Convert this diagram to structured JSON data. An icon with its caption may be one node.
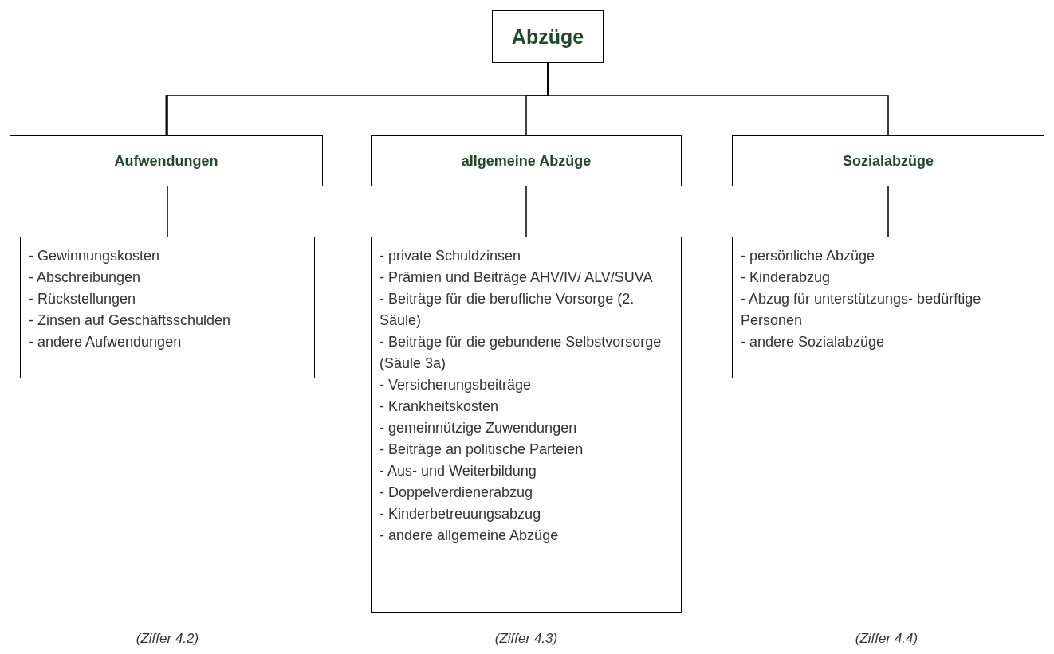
{
  "diagram": {
    "nodes": [
      {
        "text": [
          "Abzüge"
        ]
      },
      {
        "text": [
          "Aufwendungen"
        ]
      },
      {
        "text": [
          "allgemeine Abzüge"
        ]
      },
      {
        "text": [
          "Sozialabzüge"
        ]
      },
      {
        "text": [
          "- Gewinnungskosten",
          "- Abschreibungen",
          "- Rückstellungen",
          "- Zinsen auf Geschäftsschulden",
          "- andere Aufwendungen"
        ]
      },
      {
        "text": [
          "- private Schuldzinsen",
          "- Prämien und Beiträge AHV/IV/ ALV/SUVA",
          "- Beiträge für die berufliche Vorsorge (2. Säule)",
          "- Beiträge für die gebundene Selbstvorsorge (Säule 3a)",
          "- Versicherungsbeiträge",
          "- Krankheitskosten",
          "- gemeinnützige Zuwendungen",
          "- Beiträge an politische Parteien",
          "- Aus- und Weiterbildung",
          "- Doppelverdienerabzug",
          "- Kinderbetreuungsabzug",
          "- andere allgemeine Abzüge"
        ]
      },
      {
        "text": [
          "- persönliche Abzüge",
          "- Kinderabzug",
          "- Abzug für unterstützungs- bedürftige Personen",
          "- andere Sozialabzüge"
        ]
      }
    ],
    "edges": [
      {
        "from": 0,
        "to": 1,
        "arrow": "none"
      },
      {
        "from": 0,
        "to": 2,
        "arrow": "none"
      },
      {
        "from": 0,
        "to": 3,
        "arrow": "none"
      },
      {
        "from": 1,
        "to": 4,
        "arrow": "none"
      },
      {
        "from": 2,
        "to": 5,
        "arrow": "none"
      },
      {
        "from": 3,
        "to": 6,
        "arrow": "none"
      }
    ],
    "labels": [
      "(Ziffer 4.2)",
      "(Ziffer 4.3)",
      "(Ziffer 4.4)"
    ]
  }
}
